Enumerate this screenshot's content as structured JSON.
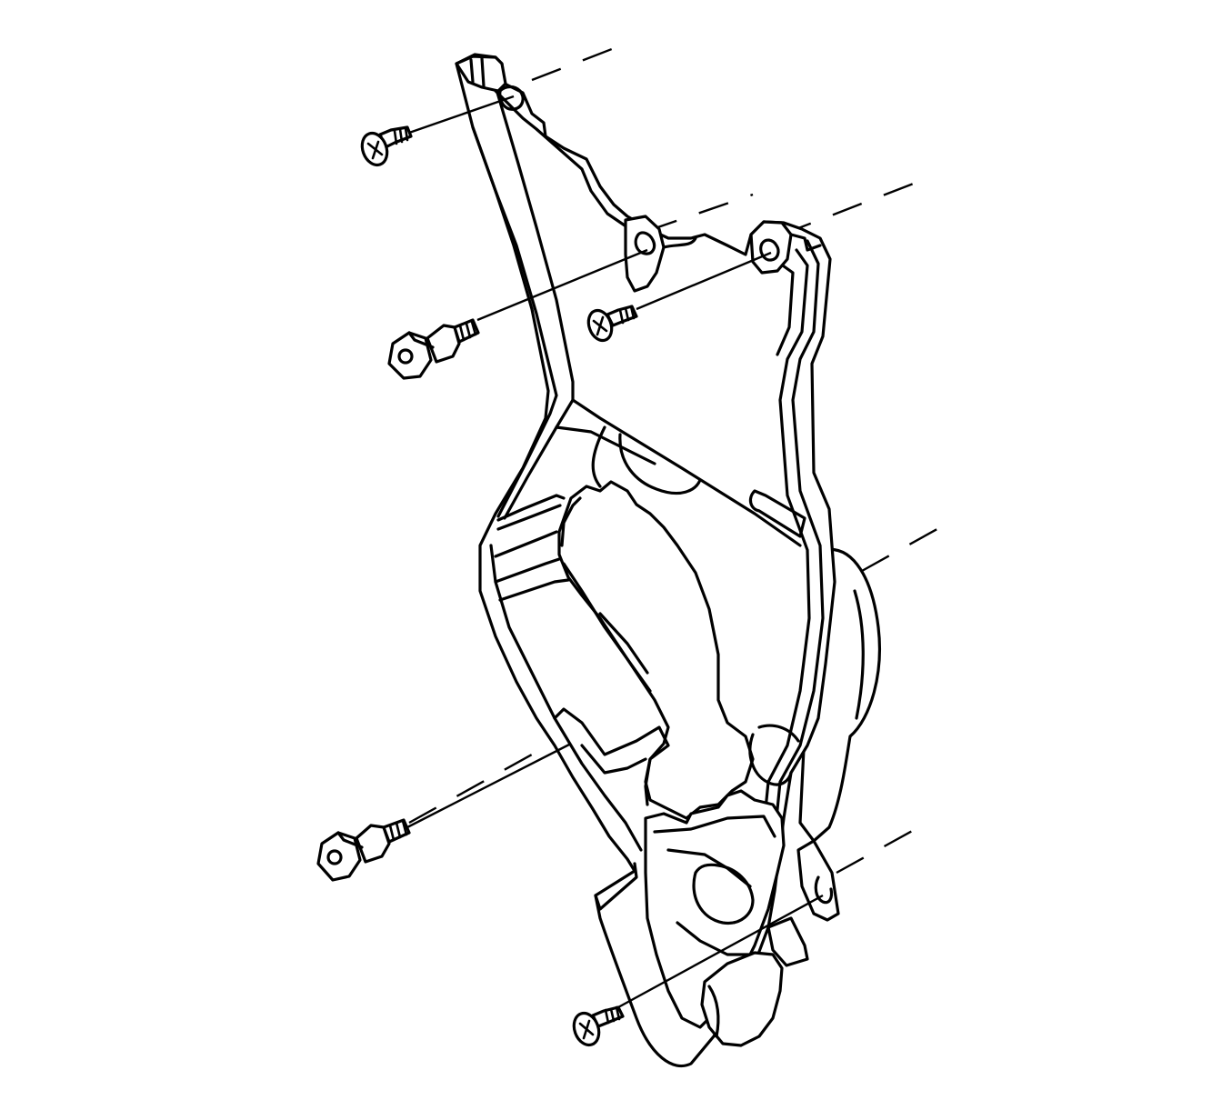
{
  "diagram": {
    "description_visible_text": "",
    "colors": {
      "line": "#000000",
      "background": "#ffffff"
    },
    "parts": [
      {
        "id": "cover",
        "icon": "timing-cover-outline"
      },
      {
        "id": "screw-top-left",
        "icon": "phillips-screw-icon"
      },
      {
        "id": "stud-bolt-upper",
        "icon": "hex-stud-bolt-icon"
      },
      {
        "id": "screw-upper-right",
        "icon": "phillips-screw-icon"
      },
      {
        "id": "stud-bolt-lower",
        "icon": "hex-stud-bolt-icon"
      },
      {
        "id": "screw-bottom",
        "icon": "phillips-screw-icon"
      }
    ]
  }
}
